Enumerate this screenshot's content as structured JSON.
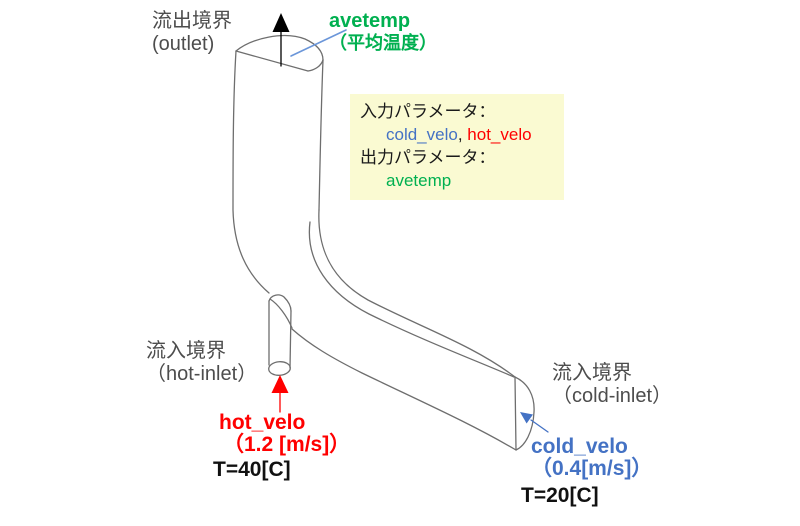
{
  "colors": {
    "green": "#00B050",
    "blue": "#4472C4",
    "red": "#FF0000",
    "gray": "#4D4D4D",
    "ink": "#1A1A1A",
    "box-bg": "#FAFAD2",
    "pipe-line": "#6E6E6E",
    "leader": "#6B96D9"
  },
  "outlet": {
    "label_jp": "流出境界",
    "label_en": "(outlet)"
  },
  "avetemp_callout": {
    "name": "avetemp",
    "desc_jp": "（平均温度）"
  },
  "param_box": {
    "input_label": "入力パラメータ：",
    "input_cold": "cold_velo",
    "input_sep": ", ",
    "input_hot": "hot_velo",
    "output_label": "出力パラメータ：",
    "output_param": "avetemp"
  },
  "hot_inlet": {
    "label_jp": "流入境界",
    "label_en": "（hot-inlet）",
    "param": "hot_velo",
    "value": "（1.2 [m/s]）",
    "temp": "T=40[C]"
  },
  "cold_inlet": {
    "label_jp": "流入境界",
    "label_en": "（cold-inlet）",
    "param": "cold_velo",
    "value": "（0.4[m/s]）",
    "temp": "T=20[C]"
  }
}
